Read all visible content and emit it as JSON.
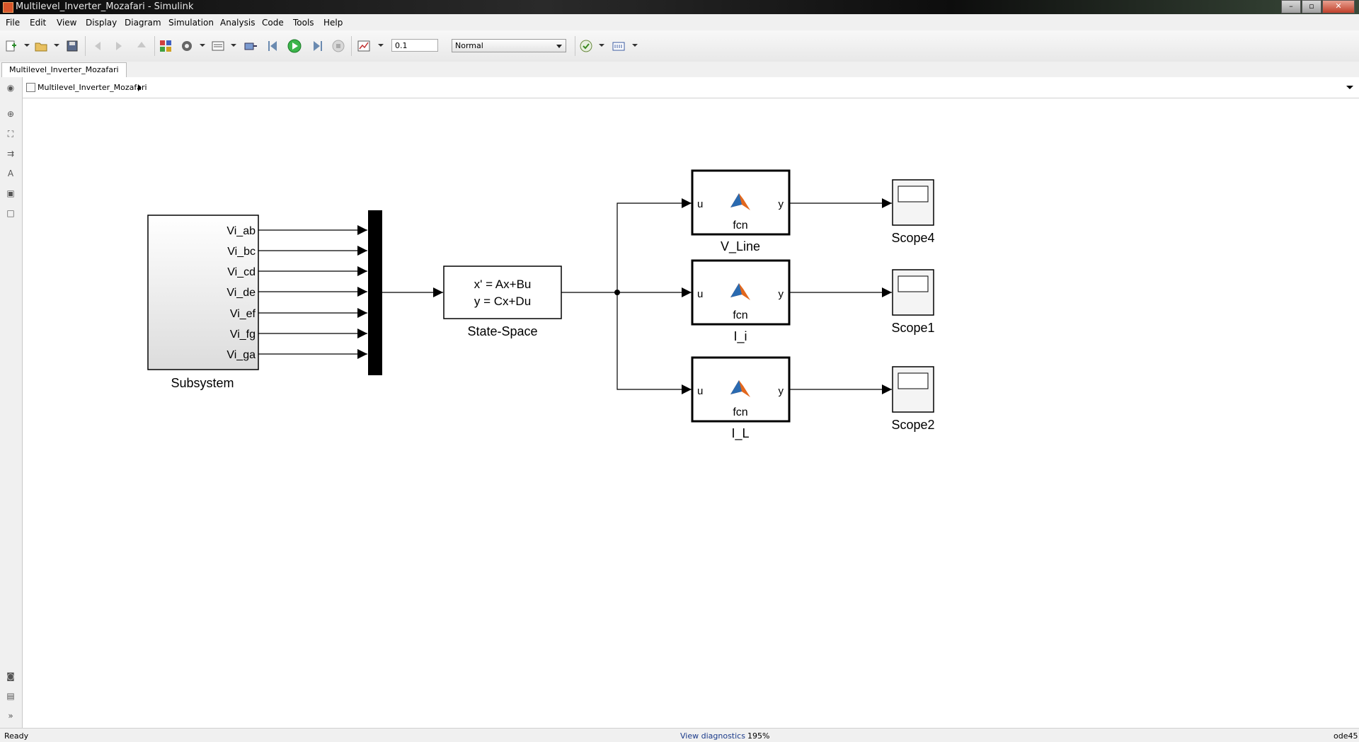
{
  "window": {
    "title": "Multilevel_Inverter_Mozafari - Simulink"
  },
  "menu": [
    "File",
    "Edit",
    "View",
    "Display",
    "Diagram",
    "Simulation",
    "Analysis",
    "Code",
    "Tools",
    "Help"
  ],
  "toolbar": {
    "stop_time": "0.1",
    "sim_mode": "Normal"
  },
  "tab": {
    "label": "Multilevel_Inverter_Mozafari"
  },
  "breadcrumb": {
    "model": "Multilevel_Inverter_Mozafari"
  },
  "diagram": {
    "subsystem": {
      "name": "Subsystem",
      "ports": [
        "Vi_ab",
        "Vi_bc",
        "Vi_cd",
        "Vi_de",
        "Vi_ef",
        "Vi_fg",
        "Vi_ga"
      ]
    },
    "state_space": {
      "name": "State-Space",
      "line1": "x' = Ax+Bu",
      "line2": "y = Cx+Du"
    },
    "fcns": [
      {
        "name": "V_Line",
        "label": "fcn",
        "in": "u",
        "out": "y"
      },
      {
        "name": "I_i",
        "label": "fcn",
        "in": "u",
        "out": "y"
      },
      {
        "name": "I_L",
        "label": "fcn",
        "in": "u",
        "out": "y"
      }
    ],
    "scopes": [
      "Scope4",
      "Scope1",
      "Scope2"
    ]
  },
  "status": {
    "state": "Ready",
    "diagnostics": "View diagnostics",
    "zoom": "195%",
    "solver": "ode45"
  },
  "colors": {
    "matlab_logo": "#e2671d",
    "run_green": "#3bb54a"
  }
}
